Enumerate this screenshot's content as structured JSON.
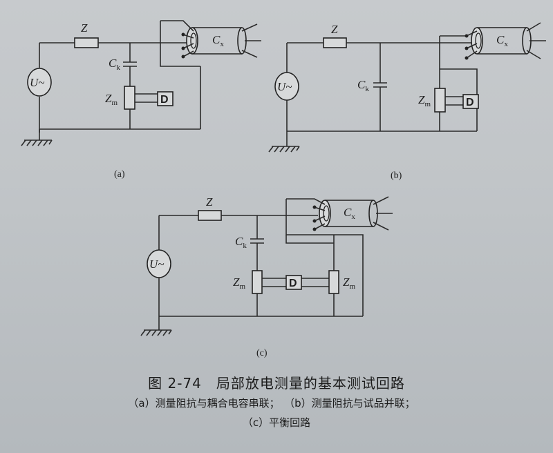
{
  "labels": {
    "z": "Z",
    "c": "C",
    "c_sub_k": "k",
    "c_sub_x": "x",
    "zm": "Z",
    "zm_sub": "m",
    "source": "U~",
    "detector": "D"
  },
  "panels": {
    "a": "(a)",
    "b": "(b)",
    "c": "(c)"
  },
  "caption": {
    "figure": "图 2-74　局部放电测量的基本测试回路",
    "line1_a": "（a）测量阻抗与耦合电容串联；",
    "line1_b": "（b）测量阻抗与试品并联；",
    "line2": "（c）平衡回路"
  }
}
